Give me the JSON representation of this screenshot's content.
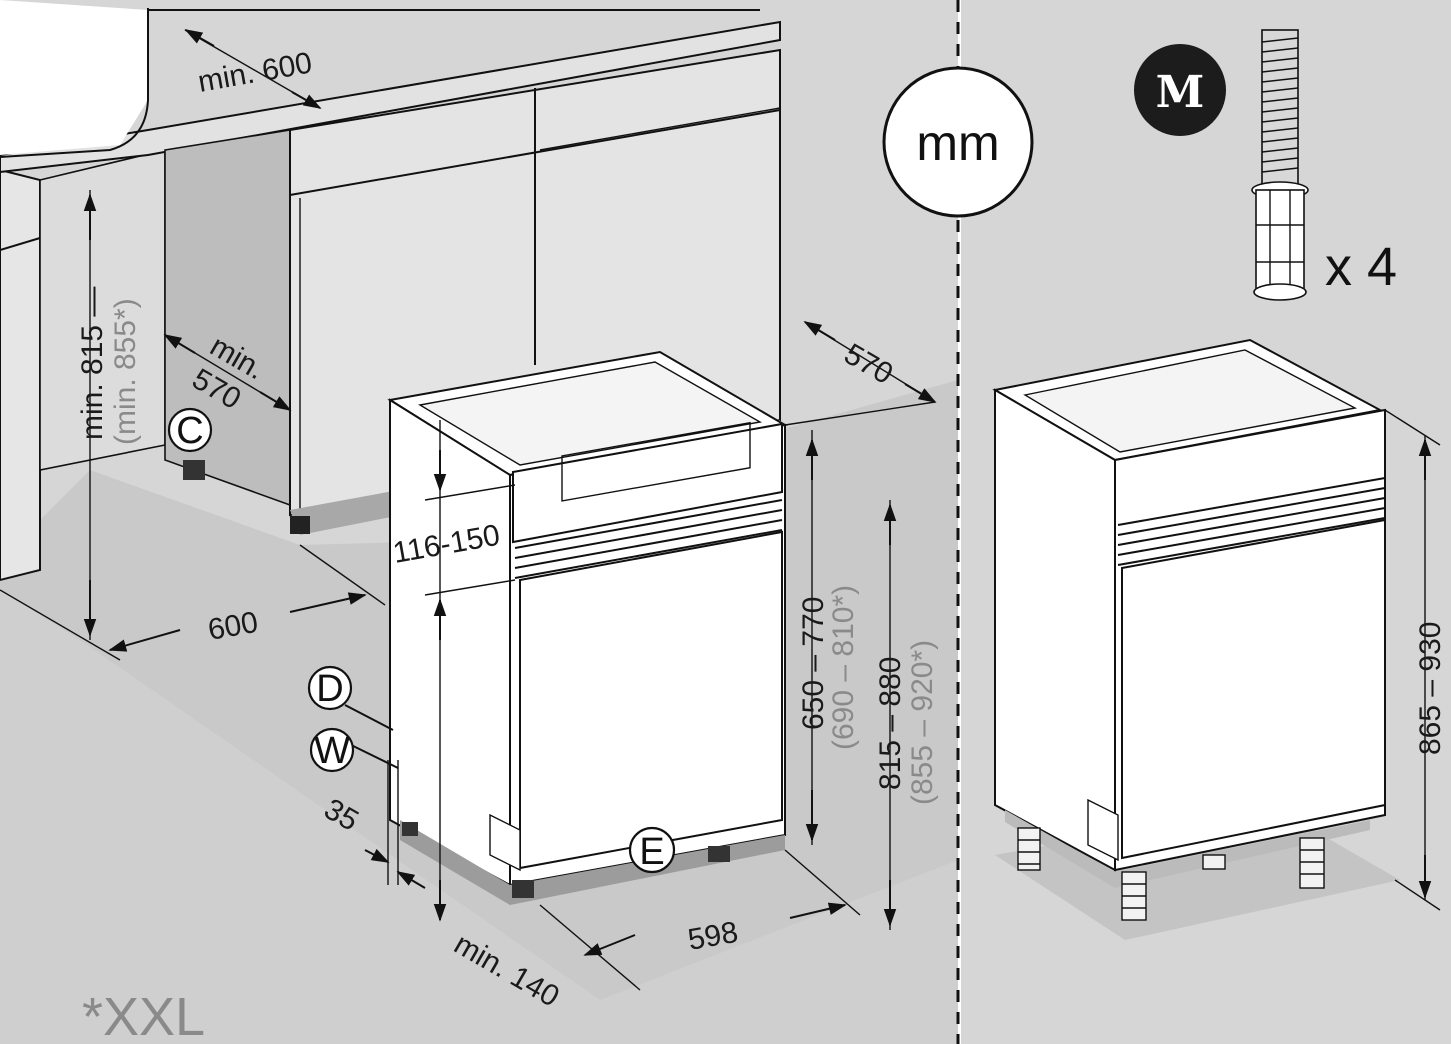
{
  "unit_badge": "mm",
  "brand_mark": "M",
  "accessory": {
    "quantity_label": "x 4"
  },
  "footnote": "*XXL",
  "callouts": {
    "c": "C",
    "d": "D",
    "w": "W",
    "e": "E"
  },
  "dimensions": {
    "countertop_depth": "min. 600",
    "niche_height": "min. 815 —",
    "niche_height_xxl": "(min. 855*)",
    "niche_depth_line1": "min.",
    "niche_depth_line2": "570",
    "niche_width": "600",
    "appliance_depth": "570",
    "panel_gap": "116-150",
    "door_height": "650 – 770",
    "door_height_xxl": "(690 – 810*)",
    "appliance_height": "815 – 880",
    "appliance_height_xxl": "(855 – 920*)",
    "plinth_recess": "35",
    "plinth_height": "min. 140",
    "appliance_width": "598",
    "adjusted_height": "865 – 930"
  },
  "colors": {
    "wall": "#d9d9d9",
    "floor": "#c8c8c8",
    "cabinet": "#e3e3e3",
    "appliance": "#ffffff",
    "badge_dark": "#1c1c1c"
  }
}
